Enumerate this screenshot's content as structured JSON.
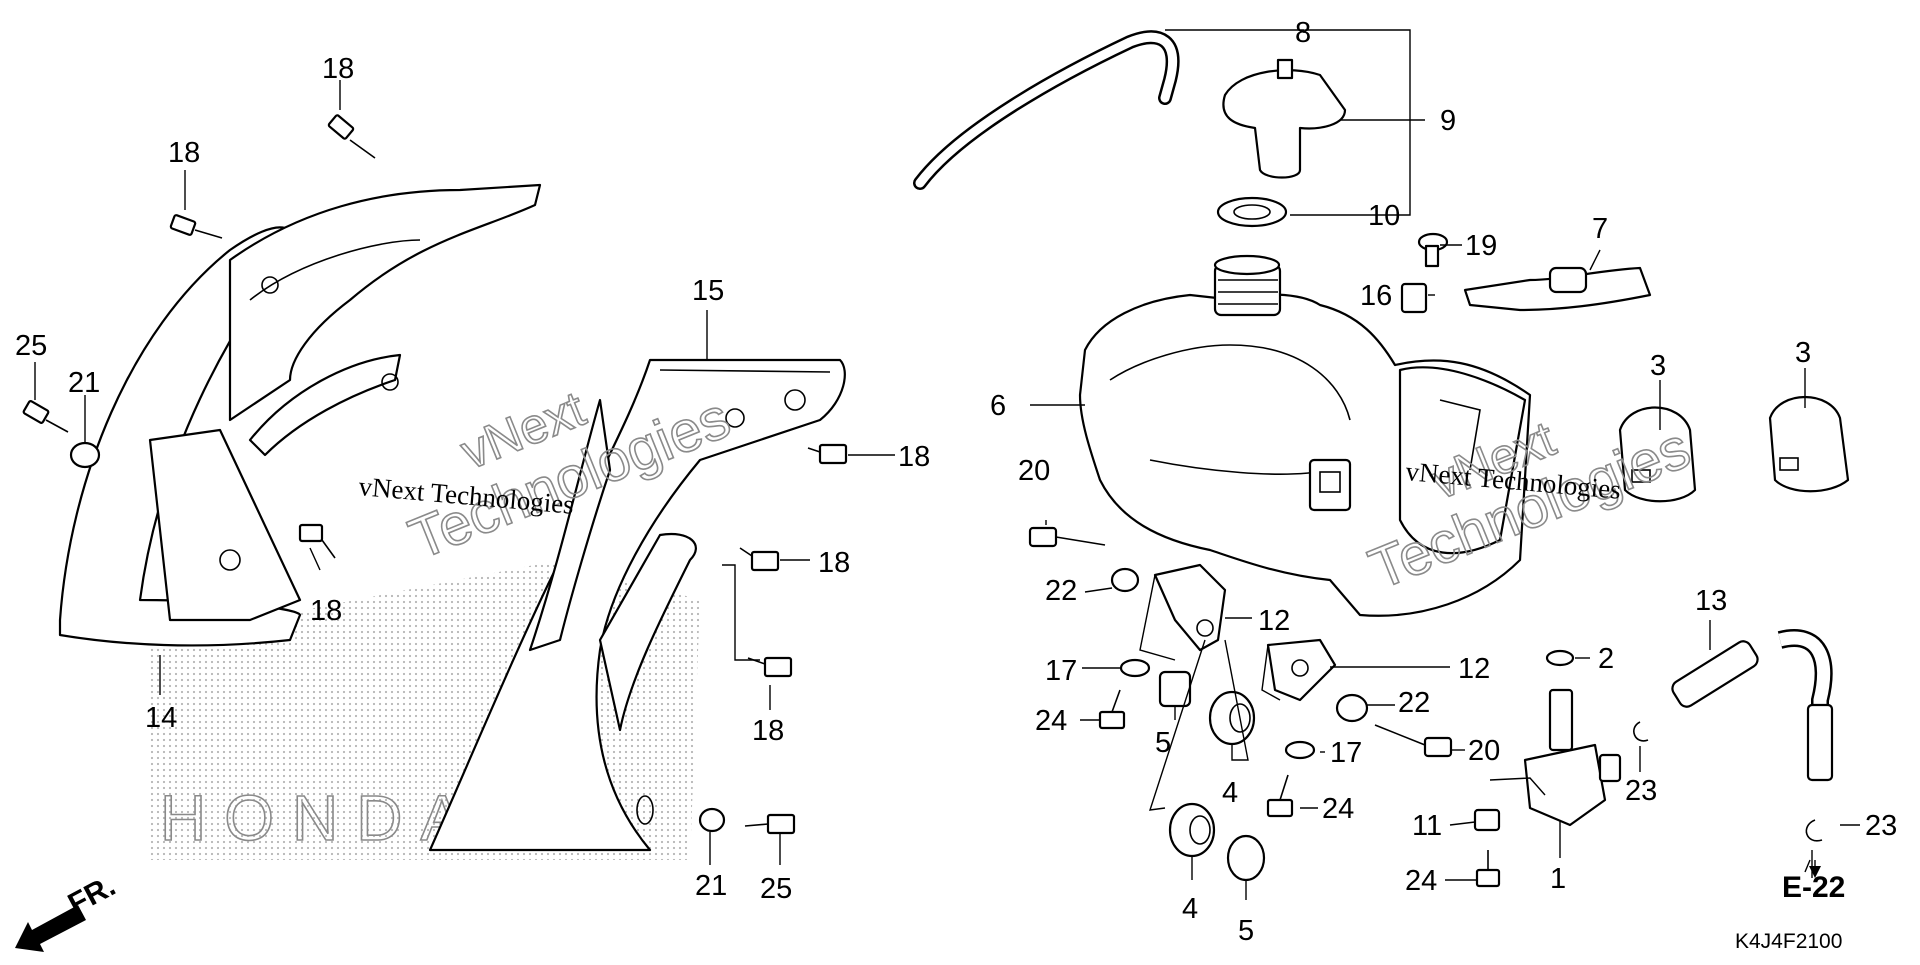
{
  "diagram": {
    "page_code": "E-22",
    "drawing_number": "K4J4F2100",
    "direction_label": "FR.",
    "watermarks": [
      {
        "line1": "vNext",
        "line2": "Technologies",
        "text": "vNext Technologies"
      },
      {
        "line1": "vNext",
        "line2": "Technologies",
        "text": "vNext Technologies"
      }
    ],
    "logo_text": "HONDA",
    "colors": {
      "ink": "#000000",
      "paper": "#ffffff",
      "watermark": "#8a8a8a",
      "stipple": "#b5b5b5"
    },
    "callouts": [
      {
        "id": "c1",
        "label": "1"
      },
      {
        "id": "c2",
        "label": "2"
      },
      {
        "id": "c3a",
        "label": "3"
      },
      {
        "id": "c3b",
        "label": "3"
      },
      {
        "id": "c4a",
        "label": "4"
      },
      {
        "id": "c4b",
        "label": "4"
      },
      {
        "id": "c5a",
        "label": "5"
      },
      {
        "id": "c5b",
        "label": "5"
      },
      {
        "id": "c6",
        "label": "6"
      },
      {
        "id": "c7",
        "label": "7"
      },
      {
        "id": "c8",
        "label": "8"
      },
      {
        "id": "c9",
        "label": "9"
      },
      {
        "id": "c10",
        "label": "10"
      },
      {
        "id": "c11",
        "label": "11"
      },
      {
        "id": "c12a",
        "label": "12"
      },
      {
        "id": "c12b",
        "label": "12"
      },
      {
        "id": "c13",
        "label": "13"
      },
      {
        "id": "c14",
        "label": "14"
      },
      {
        "id": "c15",
        "label": "15"
      },
      {
        "id": "c16",
        "label": "16"
      },
      {
        "id": "c17a",
        "label": "17"
      },
      {
        "id": "c17b",
        "label": "17"
      },
      {
        "id": "c18a",
        "label": "18"
      },
      {
        "id": "c18b",
        "label": "18"
      },
      {
        "id": "c18c",
        "label": "18"
      },
      {
        "id": "c18d",
        "label": "18"
      },
      {
        "id": "c18e",
        "label": "18"
      },
      {
        "id": "c18f",
        "label": "18"
      },
      {
        "id": "c19",
        "label": "19"
      },
      {
        "id": "c20a",
        "label": "20"
      },
      {
        "id": "c20b",
        "label": "20"
      },
      {
        "id": "c21a",
        "label": "21"
      },
      {
        "id": "c21b",
        "label": "21"
      },
      {
        "id": "c22a",
        "label": "22"
      },
      {
        "id": "c22b",
        "label": "22"
      },
      {
        "id": "c23a",
        "label": "23"
      },
      {
        "id": "c23b",
        "label": "23"
      },
      {
        "id": "c24a",
        "label": "24"
      },
      {
        "id": "c24b",
        "label": "24"
      },
      {
        "id": "c24c",
        "label": "24"
      },
      {
        "id": "c25a",
        "label": "25"
      },
      {
        "id": "c25b",
        "label": "25"
      }
    ]
  }
}
